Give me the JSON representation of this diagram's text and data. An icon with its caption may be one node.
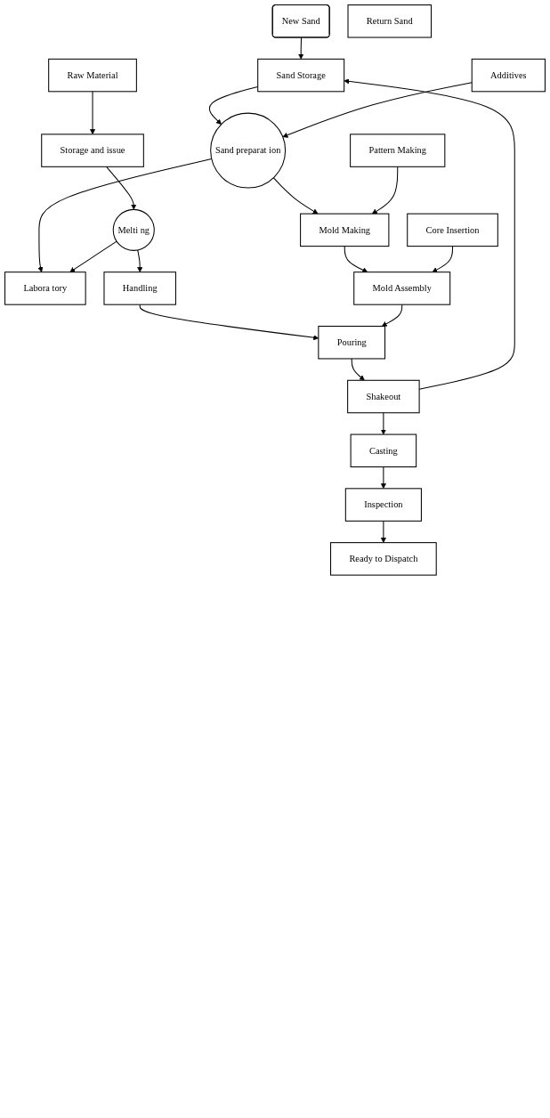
{
  "diagram": {
    "nodes": [
      {
        "text": [
          "New Sand"
        ]
      },
      {
        "text": [
          "Raw Material"
        ]
      },
      {
        "text": [
          "Sand Storage"
        ]
      },
      {
        "text": [
          "Additives"
        ]
      },
      {
        "text": [
          "Storage and issue"
        ]
      },
      {
        "text": [
          "Sand preparat ion"
        ]
      },
      {
        "text": [
          "Melti ng"
        ]
      },
      {
        "text": [
          "Labora tory"
        ]
      },
      {
        "text": [
          "Pattern Making"
        ]
      },
      {
        "text": [
          "Mold Making"
        ]
      },
      {
        "text": [
          "Handling"
        ]
      },
      {
        "text": [
          "Core Insertion"
        ]
      },
      {
        "text": [
          "Mold Assembly"
        ]
      },
      {
        "text": [
          "Pouring"
        ]
      },
      {
        "text": [
          "Return Sand"
        ]
      },
      {
        "text": [
          "Shakeout"
        ]
      },
      {
        "text": [
          "Casting"
        ]
      },
      {
        "text": [
          "Inspection"
        ]
      },
      {
        "text": [
          "Ready to Dispatch"
        ]
      }
    ],
    "edges": [
      {
        "from": 0,
        "to": 2,
        "arrow": "to"
      },
      {
        "from": 1,
        "to": 4,
        "arrow": "to"
      },
      {
        "from": 2,
        "to": 5,
        "arrow": "to"
      },
      {
        "from": 3,
        "to": 5,
        "arrow": "to"
      },
      {
        "from": 4,
        "to": 6,
        "arrow": "to"
      },
      {
        "from": 5,
        "to": 7,
        "arrow": "to"
      },
      {
        "from": 6,
        "to": 7,
        "arrow": "to"
      },
      {
        "from": 5,
        "to": 9,
        "arrow": "to"
      },
      {
        "from": 8,
        "to": 9,
        "arrow": "to"
      },
      {
        "from": 6,
        "to": 10,
        "arrow": "to"
      },
      {
        "from": 9,
        "to": 12,
        "arrow": "to"
      },
      {
        "from": 11,
        "to": 12,
        "arrow": "to"
      },
      {
        "from": 10,
        "to": 13,
        "arrow": "to"
      },
      {
        "from": 12,
        "to": 13,
        "arrow": "to"
      },
      {
        "from": 13,
        "to": 15,
        "arrow": "to"
      },
      {
        "from": 15,
        "to": 2,
        "arrow": "to"
      },
      {
        "from": 15,
        "to": 16,
        "arrow": "to"
      },
      {
        "from": 16,
        "to": 17,
        "arrow": "to"
      },
      {
        "from": 17,
        "to": 18,
        "arrow": "to"
      }
    ]
  }
}
